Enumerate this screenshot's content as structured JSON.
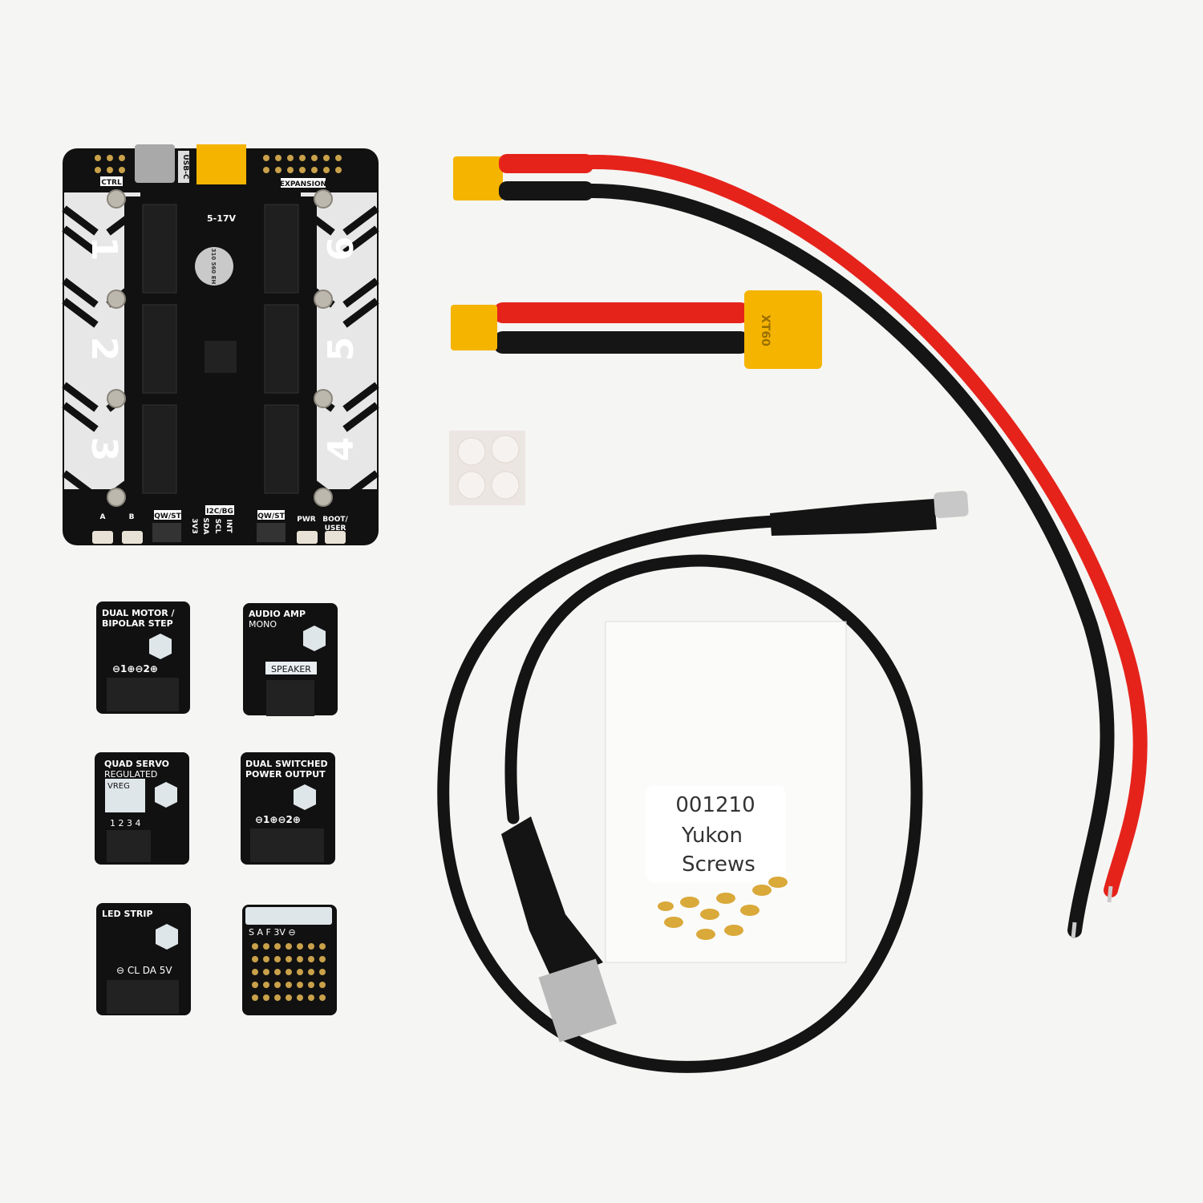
{
  "main_board": {
    "ctrl": "CTRL",
    "usb_c": "USB-C",
    "expansion": "EXPANSION",
    "voltage": "5-17V",
    "slots": [
      "1",
      "2",
      "3",
      "4",
      "5",
      "6"
    ],
    "button_a": "A",
    "button_b": "B",
    "qwst_left": "QW/ST",
    "qwst_right": "QW/ST",
    "i2c": "I2C/BG",
    "pins": [
      "3V3",
      "SDA",
      "SCL",
      "INT"
    ],
    "pwr": "PWR",
    "boot": "BOOT/",
    "user": "USER",
    "capacitor": "310 560 EH"
  },
  "modules": [
    {
      "title1": "DUAL MOTOR /",
      "title2": "BIPOLAR STEP",
      "pins": "⊖1⊕⊖2⊕"
    },
    {
      "title1": "AUDIO AMP",
      "title2": "MONO",
      "pins": "SPEAKER"
    },
    {
      "title1": "QUAD SERVO",
      "title2": "REGULATED",
      "extra": "VREG",
      "pins": "1 2 3 4"
    },
    {
      "title1": "DUAL SWITCHED",
      "title2": "POWER OUTPUT",
      "pins": "⊖1⊕⊖2⊕"
    },
    {
      "title1": "LED STRIP",
      "title2": "",
      "pins": "⊖ CL DA 5V"
    },
    {
      "title1": "",
      "title2": "",
      "pins": "S  A  F  3V ⊖"
    }
  ],
  "adapter": {
    "xt60_label": "XT60"
  },
  "bag_label": {
    "line1": "001210",
    "line2": "Yukon",
    "line3": "Screws"
  },
  "colors": {
    "background": "#f5f5f3",
    "pcb": "#111111",
    "connector": "#f5b400",
    "red_wire": "#e5231b",
    "black_wire": "#151515",
    "gold": "#d9a93a"
  }
}
